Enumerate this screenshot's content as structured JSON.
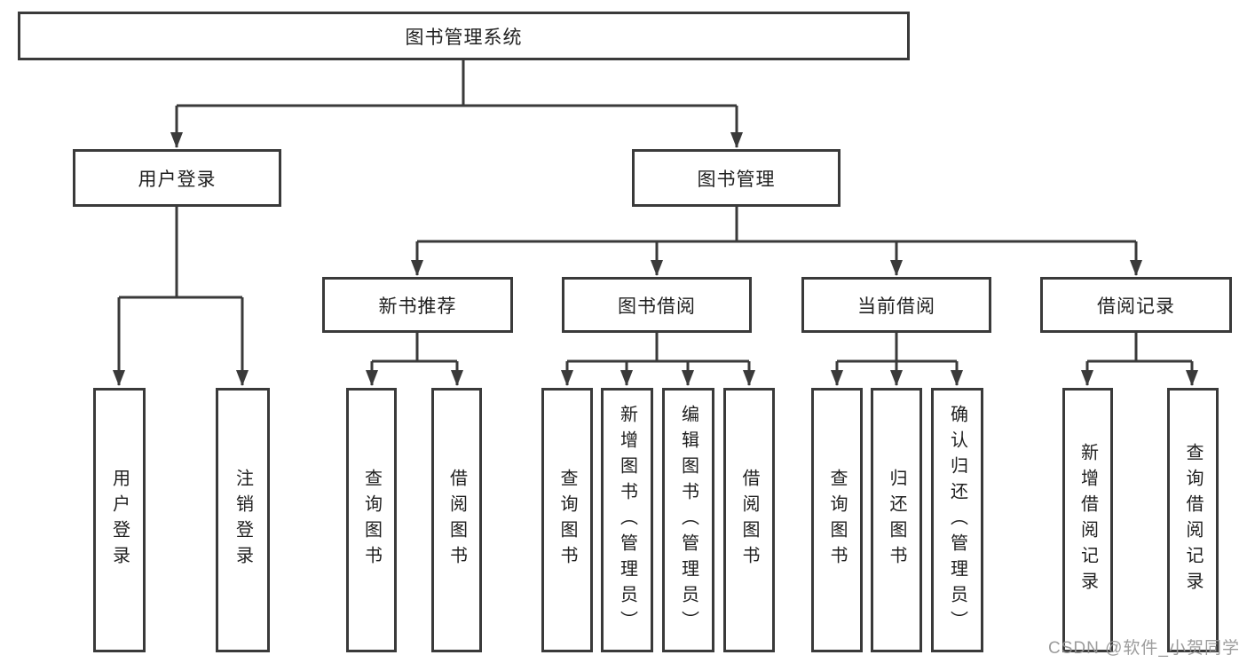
{
  "diagram_type": "hierarchy-tree",
  "colors": {
    "line": "#3a3a3a",
    "box_border": "#3a3a3a",
    "box_fill": "#ffffff",
    "text": "#1f1f1f",
    "watermark": "#949494"
  },
  "tree": {
    "label": "图书管理系统",
    "children": [
      {
        "label": "用户登录",
        "children": [
          {
            "label": "用户登录"
          },
          {
            "label": "注销登录"
          }
        ]
      },
      {
        "label": "图书管理",
        "children": [
          {
            "label": "新书推荐",
            "children": [
              {
                "label": "查询图书"
              },
              {
                "label": "借阅图书"
              }
            ]
          },
          {
            "label": "图书借阅",
            "children": [
              {
                "label": "查询图书"
              },
              {
                "label": "新增图书（管理员）"
              },
              {
                "label": "编辑图书（管理员）"
              },
              {
                "label": "借阅图书"
              }
            ]
          },
          {
            "label": "当前借阅",
            "children": [
              {
                "label": "查询图书"
              },
              {
                "label": "归还图书"
              },
              {
                "label": "确认归还（管理员）"
              }
            ]
          },
          {
            "label": "借阅记录",
            "children": [
              {
                "label": "新增借阅记录"
              },
              {
                "label": "查询借阅记录"
              }
            ]
          }
        ]
      }
    ]
  },
  "watermark": "CSDN @软件_小贺同学"
}
